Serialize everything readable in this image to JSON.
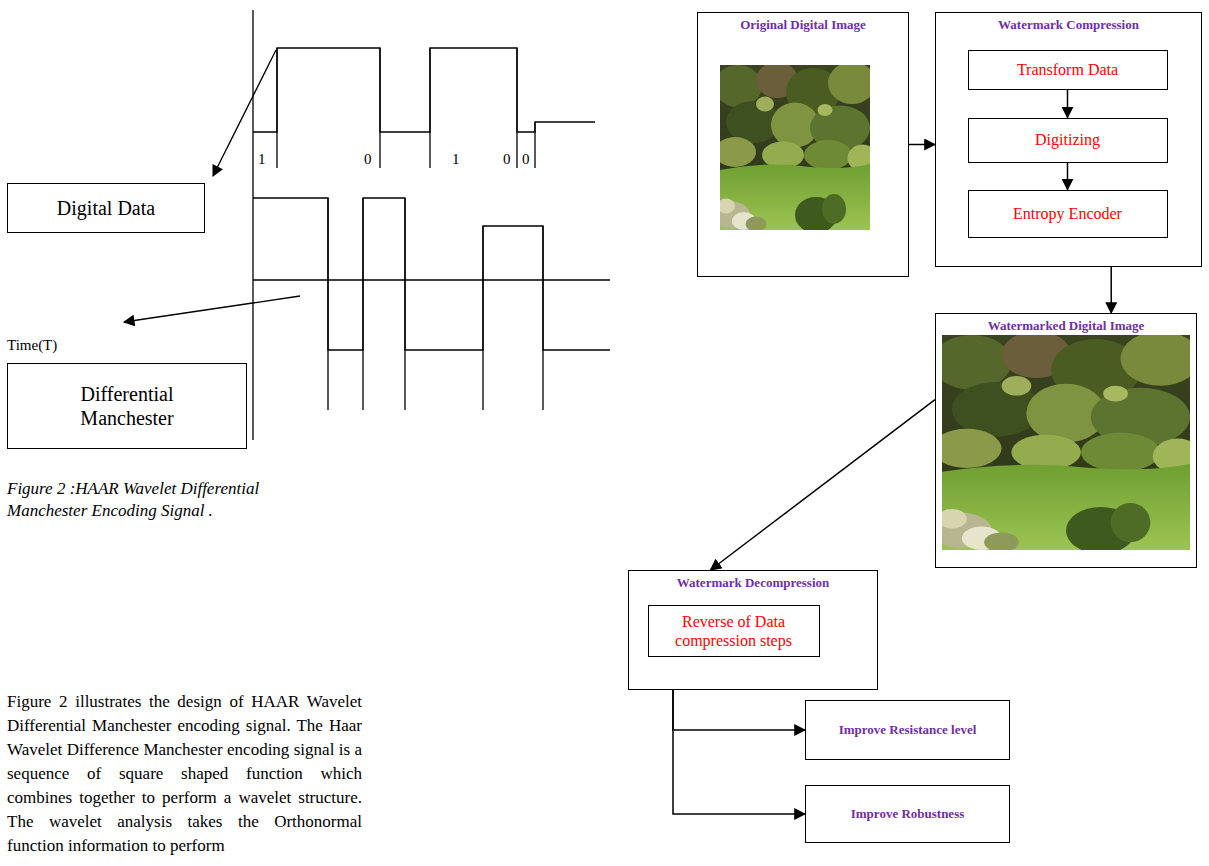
{
  "diagram": {
    "caption": "Figure 2 :HAAR Wavelet Differential Manchester Encoding Signal .",
    "nodes": [
      {
        "text": [
          "Digital Data"
        ]
      },
      {
        "text": [
          "Differential Manchester"
        ]
      },
      {
        "text": [
          "Original Digital Image"
        ]
      },
      {
        "text": [
          "Watermark Compression"
        ]
      },
      {
        "text": [
          "Transform Data"
        ],
        "in": 3
      },
      {
        "text": [
          "Digitizing"
        ],
        "in": 3
      },
      {
        "text": [
          "Entropy Encoder"
        ],
        "in": 3
      },
      {
        "text": [
          "Watermarked Digital Image"
        ]
      },
      {
        "text": [
          "Watermark Decompression"
        ]
      },
      {
        "text": [
          "Reverse of Data compression steps"
        ],
        "in": 8
      },
      {
        "text": [
          "Improve Resistance level"
        ]
      },
      {
        "text": [
          "Improve Robustness"
        ]
      }
    ],
    "edges": [
      {
        "from": 2,
        "to": 3,
        "arrow": "to"
      },
      {
        "from": 4,
        "to": 5,
        "arrow": "to"
      },
      {
        "from": 5,
        "to": 6,
        "arrow": "to"
      },
      {
        "from": 3,
        "to": 7,
        "arrow": "to"
      },
      {
        "from": 7,
        "to": 8,
        "arrow": "to"
      },
      {
        "from": 8,
        "to": 10,
        "arrow": "to"
      },
      {
        "from": 8,
        "to": 11,
        "arrow": "to"
      }
    ],
    "labels": [
      "1",
      "0",
      "1",
      "0",
      "0",
      "Time(T)",
      "Figure 2 illustrates the design of HAAR Wavelet Differential Manchester encoding signal. The Haar Wavelet Difference Manchester encoding signal is a sequence of square shaped function which combines together to perform a wavelet structure. The wavelet analysis takes the Orthonormal function information to perform"
    ]
  }
}
